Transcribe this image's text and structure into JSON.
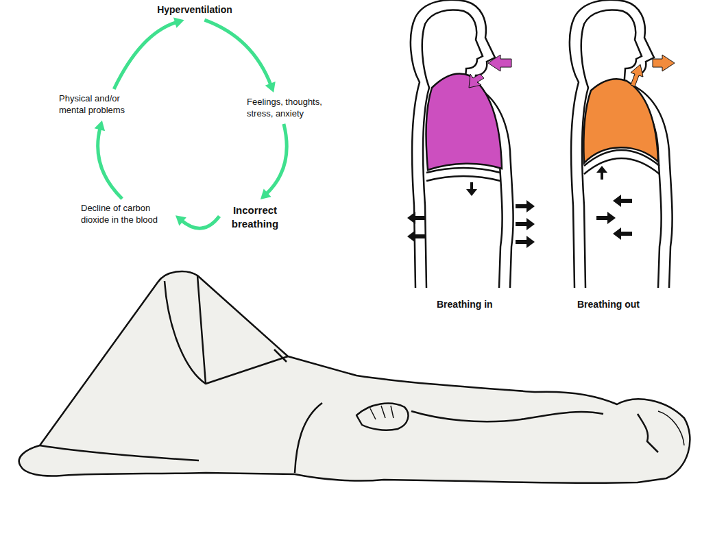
{
  "diagram": {
    "nodes": [
      {
        "text": [
          "Hyperventilation"
        ]
      },
      {
        "text": [
          "Feelings, thoughts, stress, anxiety"
        ]
      },
      {
        "text": [
          "Incorrect breathing"
        ]
      },
      {
        "text": [
          "Decline of carbon dioxide in the blood"
        ]
      },
      {
        "text": [
          "Physical and/or mental problems"
        ]
      }
    ],
    "edges": [
      {
        "from": 0,
        "to": 1,
        "arrow": "to"
      },
      {
        "from": 1,
        "to": 2,
        "arrow": "to"
      },
      {
        "from": 2,
        "to": 3,
        "arrow": "to"
      },
      {
        "from": 3,
        "to": 4,
        "arrow": "to"
      },
      {
        "from": 4,
        "to": 0,
        "arrow": "to"
      }
    ],
    "labels": [
      "Breathing in",
      "Breathing out"
    ]
  }
}
